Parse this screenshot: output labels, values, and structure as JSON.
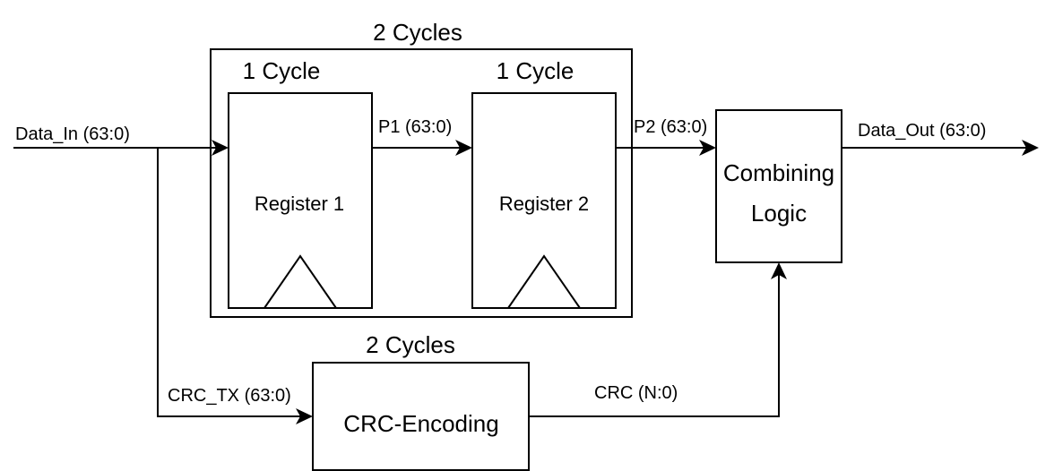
{
  "outer_block": {
    "label": "2 Cycles"
  },
  "register_1": {
    "cycle_label": "1 Cycle",
    "name": "Register 1"
  },
  "register_2": {
    "cycle_label": "1 Cycle",
    "name": "Register 2"
  },
  "combining_logic": {
    "line1": "Combining",
    "line2": "Logic"
  },
  "crc_block": {
    "cycle_label": "2 Cycles",
    "name": "CRC-Encoding"
  },
  "signals": {
    "data_in": "Data_In (63:0)",
    "p1": "P1 (63:0)",
    "p2": "P2 (63:0)",
    "data_out": "Data_Out (63:0)",
    "crc_tx": "CRC_TX (63:0)",
    "crc": "CRC (N:0)"
  }
}
